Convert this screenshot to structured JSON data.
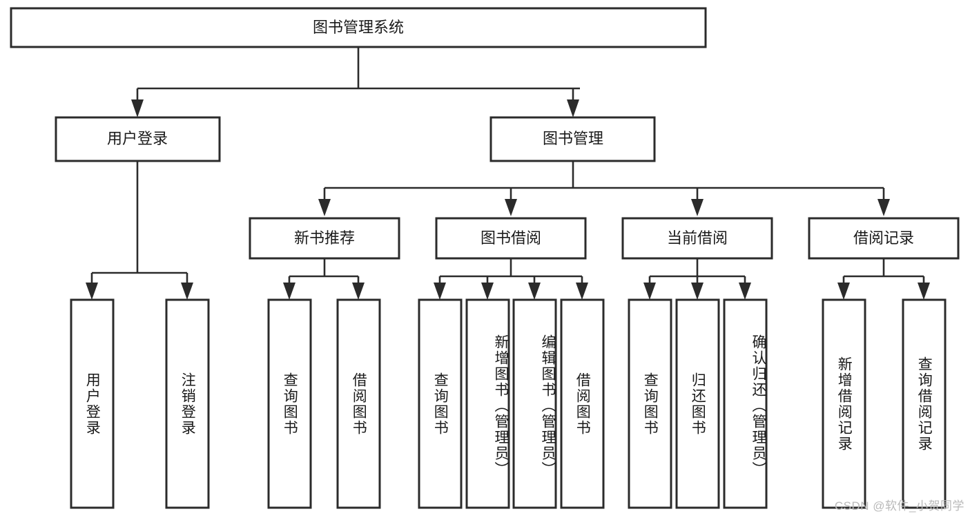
{
  "diagram": {
    "type": "tree",
    "title_node": "图书管理系统",
    "watermark": "CSDN @软件_小贺同学",
    "colors": {
      "box_stroke": "#2b2b2b",
      "box_fill": "#ffffff",
      "text": "#1a1a1a",
      "connector": "#2b2b2b",
      "watermark": "#b9b9b9"
    },
    "root": {
      "label": "图书管理系统"
    },
    "level1": [
      {
        "label": "用户登录"
      },
      {
        "label": "图书管理"
      }
    ],
    "level2": [
      {
        "label": "新书推荐"
      },
      {
        "label": "图书借阅"
      },
      {
        "label": "当前借阅"
      },
      {
        "label": "借阅记录"
      }
    ],
    "leaves": {
      "user_login": [
        {
          "label": "用户登录"
        },
        {
          "label": "注销登录"
        }
      ],
      "new_book_recommend": [
        {
          "label": "查询图书"
        },
        {
          "label": "借阅图书"
        }
      ],
      "book_borrow": [
        {
          "label": "查询图书"
        },
        {
          "label": "新增图书（管理员）"
        },
        {
          "label": "编辑图书（管理员）"
        },
        {
          "label": "借阅图书"
        }
      ],
      "current_borrow": [
        {
          "label": "查询图书"
        },
        {
          "label": "归还图书"
        },
        {
          "label": "确认归还（管理员）"
        }
      ],
      "borrow_record": [
        {
          "label": "新增借阅记录"
        },
        {
          "label": "查询借阅记录"
        }
      ]
    }
  }
}
